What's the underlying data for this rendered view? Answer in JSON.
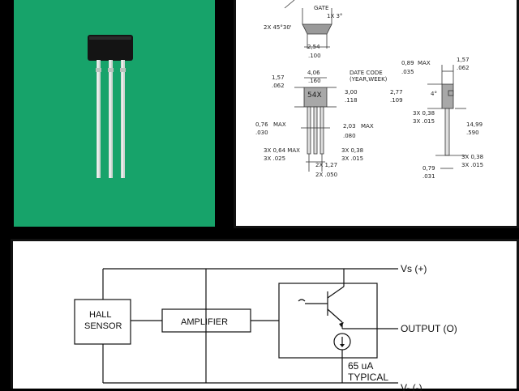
{
  "drawing": {
    "gate_label": "GATE",
    "gate_angle": "1X 3°",
    "chamfer": "2X 45°30'",
    "top_pitch_mm": "2,54",
    "top_pitch_in": ".100",
    "width_mm": "4,06",
    "width_in": ".160",
    "edge_mm": "1,57",
    "edge_in": ".062",
    "date_code_line1": "DATE CODE",
    "date_code_line2": "(YEAR,WEEK)",
    "height_mm": "3,00",
    "height_in": ".118",
    "body_mark": "54X",
    "lead_len_mm": "0,76",
    "lead_len_max": "MAX",
    "lead_len_in": ".030",
    "stand_mm": "2,03",
    "stand_max": "MAX",
    "stand_in": ".080",
    "lead_w_mm": "3X 0,64 MAX",
    "lead_w_in": "3X .025",
    "lead_t_mm": "3X 0,38",
    "lead_t_in": "3X .015",
    "pitch_mm": "2X 1,27",
    "pitch_in": "2X .050",
    "side_thick_mm": "0,89",
    "side_thick_max": "MAX",
    "side_thick_in": ".035",
    "side_edge_mm": "1,57",
    "side_edge_in": ".062",
    "side_h_mm": "2,77",
    "side_h_in": ".109",
    "side_angle": "4°",
    "side_lt_mm": "3X 0,38",
    "side_lt_in": "3X .015",
    "lead_length_mm": "14,99",
    "lead_length_in": ".590",
    "foot_mm": "0,79",
    "foot_in": ".031",
    "foot_lt_mm": "3X 0,38",
    "foot_lt_in": "3X .015"
  },
  "schematic": {
    "supply_label": "Vs (+)",
    "hall_line1": "HALL",
    "hall_line2": "SENSOR",
    "amplifier": "AMPLIFIER",
    "output_label": "OUTPUT (O)",
    "current_line1": "65 uA",
    "current_line2": "TYPICAL",
    "ground_label": "V- (-)"
  }
}
